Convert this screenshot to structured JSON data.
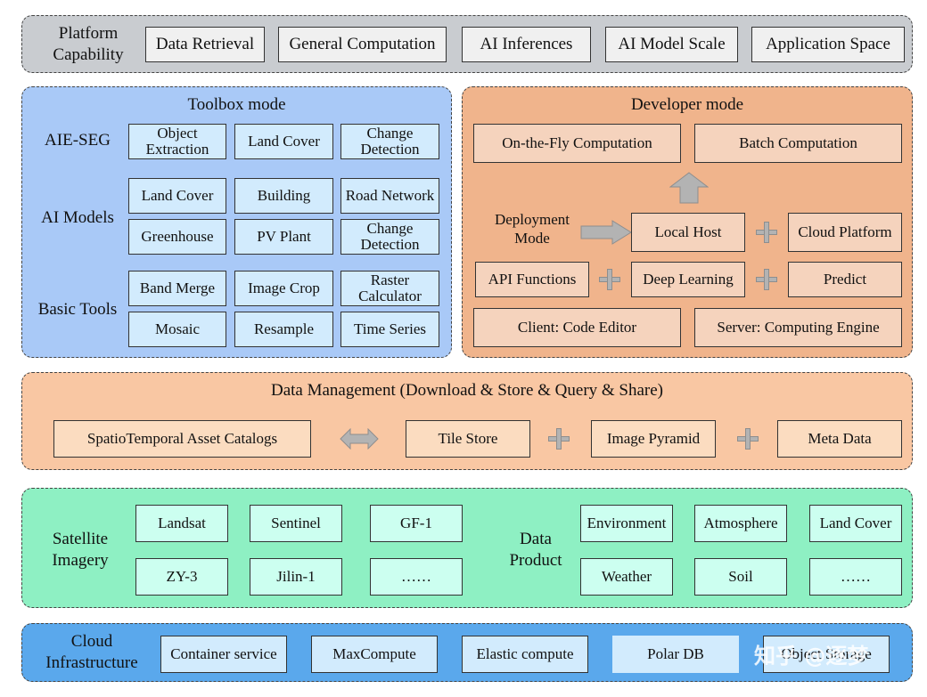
{
  "platform": {
    "label": "Platform\nCapability",
    "items": [
      "Data Retrieval",
      "General Computation",
      "AI Inferences",
      "AI Model Scale",
      "Application Space"
    ]
  },
  "toolbox": {
    "title": "Toolbox mode",
    "aie_seg_label": "AIE-SEG",
    "aie_seg_items": [
      "Object\nExtraction",
      "Land Cover",
      "Change\nDetection"
    ],
    "ai_models_label": "AI Models",
    "ai_models_items": [
      "Land Cover",
      "Building",
      "Road Network",
      "Greenhouse",
      "PV Plant",
      "Change\nDetection"
    ],
    "basic_tools_label": "Basic Tools",
    "basic_tools_items": [
      "Band Merge",
      "Image Crop",
      "Raster\nCalculator",
      "Mosaic",
      "Resample",
      "Time Series"
    ]
  },
  "developer": {
    "title": "Developer mode",
    "on_the_fly": "On-the-Fly Computation",
    "batch": "Batch Computation",
    "deployment_label": "Deployment\nMode",
    "local_host": "Local Host",
    "cloud_platform": "Cloud Platform",
    "api_functions": "API Functions",
    "deep_learning": "Deep Learning",
    "predict": "Predict",
    "client": "Client: Code Editor",
    "server": "Server: Computing Engine"
  },
  "data_management": {
    "title": "Data Management (Download & Store & Query & Share)",
    "stac": "SpatioTemporal Asset Catalogs",
    "tile_store": "Tile Store",
    "image_pyramid": "Image Pyramid",
    "meta_data": "Meta Data"
  },
  "satellite": {
    "label": "Satellite\nImagery",
    "items": [
      "Landsat",
      "Sentinel",
      "GF-1",
      "ZY-3",
      "Jilin-1",
      "……"
    ]
  },
  "data_product": {
    "label": "Data\nProduct",
    "items": [
      "Environment",
      "Atmosphere",
      "Land Cover",
      "Weather",
      "Soil",
      "……"
    ]
  },
  "cloud": {
    "label": "Cloud\nInfrastructure",
    "items": [
      "Container service",
      "MaxCompute",
      "Elastic compute",
      "Polar DB",
      "Object Storage"
    ]
  },
  "watermark": "知乎 @逐梦",
  "colors": {
    "platform_bg": "#c9ccd0",
    "toolbox_bg": "#a9c9f7",
    "developer_bg": "#f0b48c",
    "data_mgmt_bg": "#f9c7a3",
    "satellite_bg": "#8ef0c3",
    "cloud_bg": "#5aa8ec",
    "arrow_gray": "#b3b3b3"
  }
}
